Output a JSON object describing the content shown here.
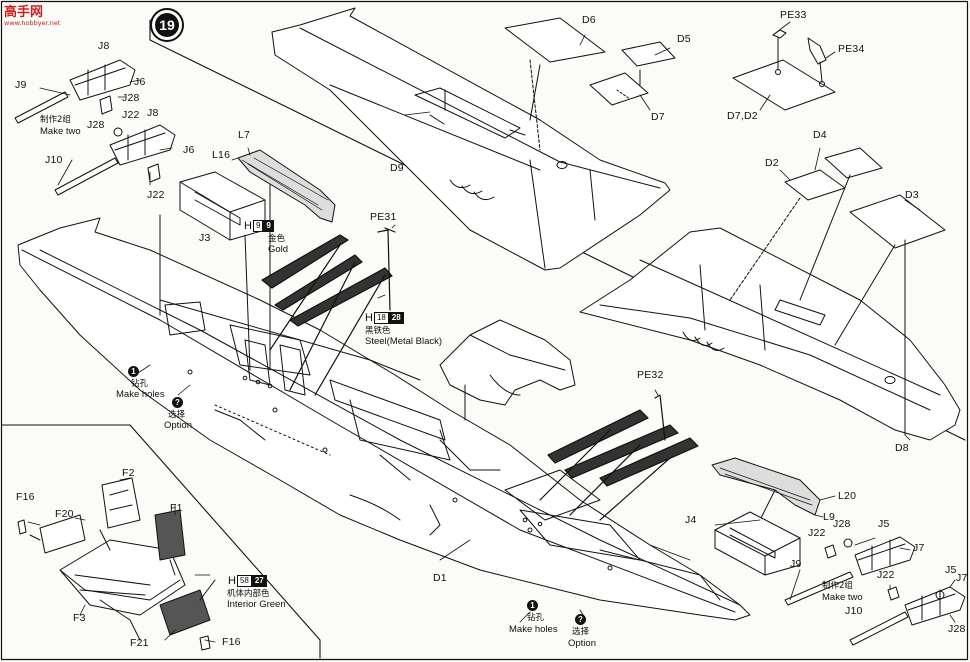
{
  "step_number": "19",
  "watermark": {
    "text": "高手网",
    "url": "www.hobbyer.net"
  },
  "colors": {
    "ink": "#111111",
    "paper": "#fbfbf8",
    "watermark": "#cc2222"
  },
  "part_labels": {
    "D6": "D6",
    "D5": "D5",
    "PE33": "PE33",
    "PE34": "PE34",
    "D7a": "D7",
    "D7D2": "D7,D2",
    "D9": "D9",
    "D4": "D4",
    "D2": "D2",
    "D3": "D3",
    "D8": "D8",
    "J8a": "J8",
    "J9a": "J9",
    "J6a": "J6",
    "J28a": "J28",
    "J28b": "J28",
    "J22a": "J22",
    "J8b": "J8",
    "J10a": "J10",
    "J6b": "J6",
    "J22b": "J22",
    "L7": "L7",
    "L16": "L16",
    "J3": "J3",
    "PE31": "PE31",
    "PE32": "PE32",
    "L20": "L20",
    "L9": "L9",
    "J4": "J4",
    "J22c": "J22",
    "J28c": "J28",
    "J5a": "J5",
    "J7a": "J7",
    "J9b": "J9",
    "J22d": "J22",
    "J5b": "J5",
    "J7b": "J7",
    "J10b": "J10",
    "J28d": "J28",
    "D1": "D1",
    "F2": "F2",
    "F1": "F1",
    "F16a": "F16",
    "F20": "F20",
    "F3": "F3",
    "F21": "F21",
    "F16b": "F16"
  },
  "instructions": {
    "make_two_cn": "制作2组",
    "make_two_en": "Make two",
    "drill_cn": "钻孔",
    "drill_en": "Make holes",
    "option_cn": "选择",
    "option_en": "Option",
    "drill_icon": "1",
    "option_icon": "?"
  },
  "paints": {
    "gold": {
      "code_a": "9",
      "code_b": "9",
      "cn": "金色",
      "en": "Gold"
    },
    "steel": {
      "code_a": "18",
      "code_b": "28",
      "cn": "黑铁色",
      "en": "Steel(Metal Black)"
    },
    "interior": {
      "code_a": "58",
      "code_b": "27",
      "cn": "机体内部色",
      "en": "Interior Green"
    },
    "letter": "H"
  }
}
